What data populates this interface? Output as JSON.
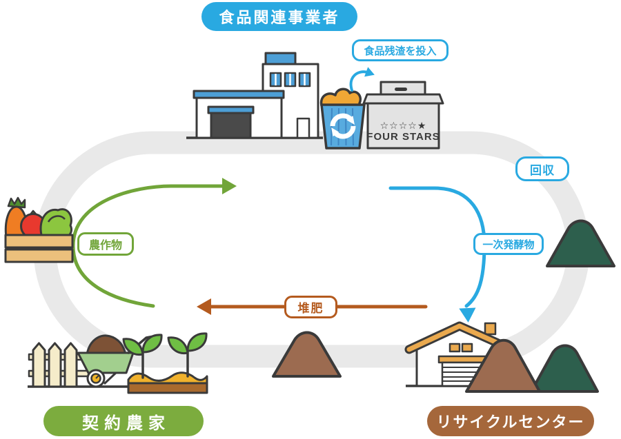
{
  "nodes": {
    "food_business": "食品関連事業者",
    "contract_farm": "契約農家",
    "recycle_center": "リサイクルセンター"
  },
  "flows": {
    "food_waste_input": "食品残渣を投入",
    "collection": "回収",
    "primary_fermented": "一次発酵物",
    "compost": "堆肥",
    "crops": "農作物"
  },
  "compost_container": {
    "stars": "☆☆☆☆★",
    "brand": "FOUR STARS"
  },
  "colors": {
    "blue": "#29a9e1",
    "green_arrow": "#71a539",
    "green_pill": "#7cac3e",
    "brown_arrow": "#b45a1e",
    "brown_pill": "#a5673b",
    "ring_gray": "#e9e9e9",
    "pile_brown": "#9c6b50",
    "pile_dark_green": "#2d5f4d"
  },
  "icons": {
    "waste_bin": "recycle-circular-arrows-bin",
    "cycle_ring": "loop-track",
    "piles": "compost-mounds"
  }
}
